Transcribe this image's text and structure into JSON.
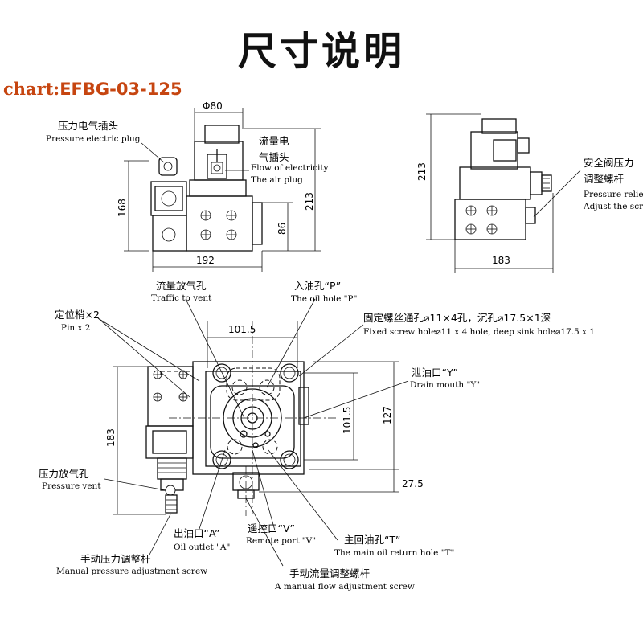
{
  "title": "尺寸说明",
  "model": {
    "prefix": "chart:",
    "code": "EFBG-03-125"
  },
  "labels": {
    "pressure_plug_cn": "压力电气插头",
    "pressure_plug_en": "Pressure electric plug",
    "flow_plug_cn_1": "流量电",
    "flow_plug_cn_2": "气插头",
    "flow_plug_en_1": "Flow of electricity",
    "flow_plug_en_2": "The air plug",
    "relief_cn_1": "安全阀压力",
    "relief_cn_2": "调整螺杆",
    "relief_en_1": "Pressure relief",
    "relief_en_2": "Adjust the screw",
    "traffic_vent_cn": "流量放气孔",
    "traffic_vent_en": "Traffic to vent",
    "oil_hole_p_cn": "入油孔“P”",
    "oil_hole_p_en": "The oil hole \"P\"",
    "pin_cn": "定位梢×2",
    "pin_en": "Pin x 2",
    "fixed_screw_cn": "固定螺丝通孔⌀11×4孔，沉孔⌀17.5×1深",
    "fixed_screw_en": "Fixed screw hole⌀11 x 4 hole, deep sink hole⌀17.5 x 1",
    "drain_cn": "泄油口“Y”",
    "drain_en": "Drain mouth \"Y\"",
    "pressure_vent_cn": "压力放气孔",
    "pressure_vent_en": "Pressure vent",
    "oil_outlet_cn": "出油口“A”",
    "oil_outlet_en": "Oil outlet \"A\"",
    "remote_port_cn": "遥控口“V”",
    "remote_port_en": "Remote port \"V\"",
    "return_hole_cn": "主回油孔“T”",
    "return_hole_en": "The main oil return hole \"T\"",
    "manual_pressure_cn": "手动压力调整杆",
    "manual_pressure_en": "Manual pressure adjustment screw",
    "manual_flow_cn": "手动流量调整螺杆",
    "manual_flow_en": "A manual flow adjustment screw"
  },
  "dimensions": {
    "phi80": "Φ80",
    "d168": "168",
    "d213_front": "213",
    "d86": "86",
    "d192": "192",
    "d213_side": "213",
    "d183_side": "183",
    "d101_5_top": "101.5",
    "d101_5_right": "101.5",
    "d127": "127",
    "d183_left": "183",
    "d27_5": "27.5"
  }
}
